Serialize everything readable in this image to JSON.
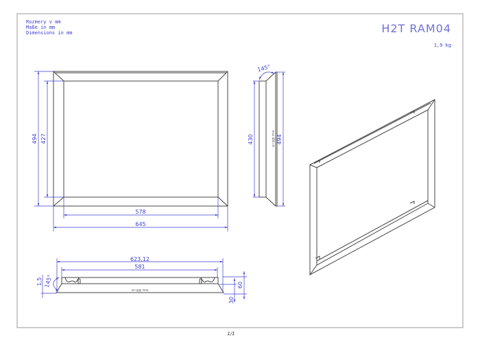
{
  "header": {
    "units_lines": [
      "Rozmery v mm",
      "Maße in mm",
      "Dimensions in mm"
    ],
    "title": "H2T RAM04",
    "weight": "1,9 kg"
  },
  "front_view": {
    "height_outer": "494",
    "height_inner": "427",
    "width_inner": "578",
    "width_outer": "645"
  },
  "side_view": {
    "angle": "145°",
    "height_inner": "430",
    "height_outer": "494",
    "label": "max 400 cm"
  },
  "bottom_view": {
    "width_outer": "623,12",
    "width_inner": "581",
    "offset": "1,5",
    "angle": "145°",
    "depth": "60",
    "depth_inner": "30",
    "label": "max 400 cm"
  },
  "footer": {
    "page": "1/1"
  }
}
